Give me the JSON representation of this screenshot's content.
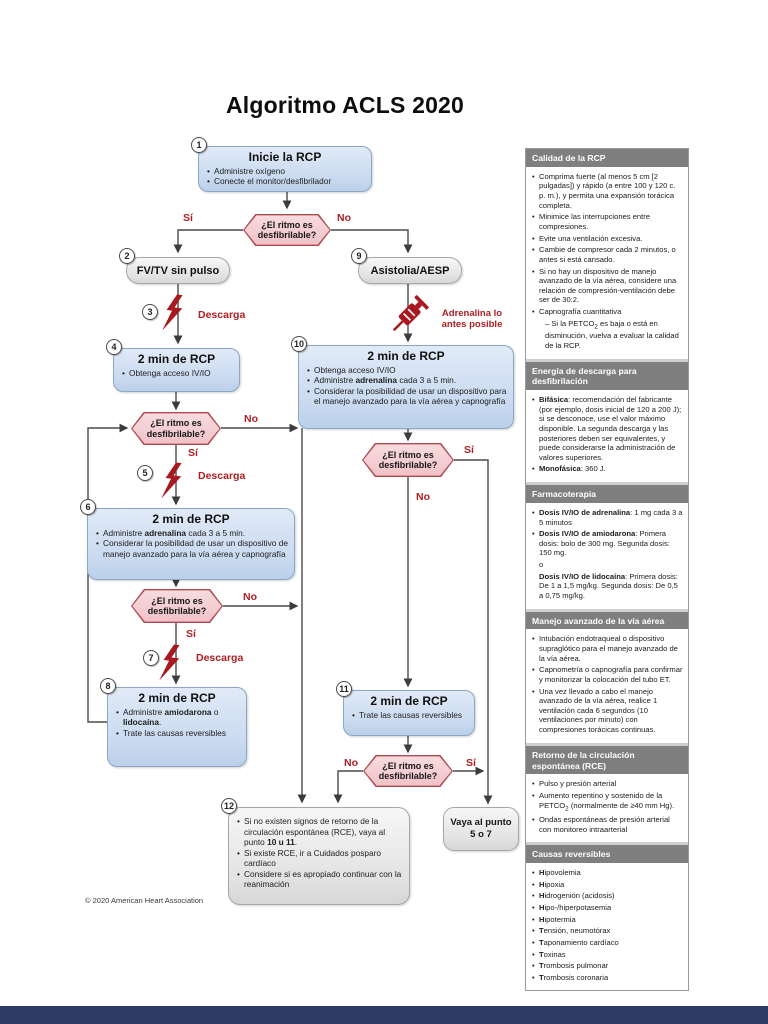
{
  "title": "Algoritmo ACLS 2020",
  "copyright": "© 2020 American Heart Association",
  "flow": {
    "si": "Sí",
    "no": "No",
    "rhythm_question": "¿El ritmo es desfibrilable?",
    "n1": {
      "num": "1",
      "title": "Inicie la RCP",
      "bullets": [
        "Administre oxígeno",
        "Conecte el monitor/desfibrilador"
      ]
    },
    "n2": {
      "num": "2",
      "title": "FV/TV sin pulso"
    },
    "n3": {
      "num": "3",
      "label": "Descarga"
    },
    "n4": {
      "num": "4",
      "title": "2 min de RCP",
      "bullets": [
        "Obtenga acceso IV/IO"
      ]
    },
    "n5": {
      "num": "5",
      "label": "Descarga"
    },
    "n6": {
      "num": "6",
      "title": "2 min de RCP",
      "bullets": [
        "Administre **adrenalina** cada 3 a 5 min.",
        "Considerar la posibilidad de usar un dispositivo de manejo avanzado para la vía aérea y capnografía"
      ]
    },
    "n7": {
      "num": "7",
      "label": "Descarga"
    },
    "n8": {
      "num": "8",
      "title": "2 min de RCP",
      "bullets": [
        "Administre **amiodarona** o **lidocaína**.",
        "Trate las causas reversibles"
      ]
    },
    "n9": {
      "num": "9",
      "title": "Asistolia/AESP"
    },
    "adrenalina_note": "Adrenalina lo antes posible",
    "n10": {
      "num": "10",
      "title": "2 min de RCP",
      "bullets": [
        "Obtenga acceso IV/IO",
        "Administre **adrenalina** cada 3 a 5 min.",
        "Considerar la posibilidad de usar un dispositivo para el manejo avanzado para la vía aérea y capnografía"
      ]
    },
    "n11": {
      "num": "11",
      "title": "2 min de RCP",
      "bullets": [
        "Trate las causas reversibles"
      ]
    },
    "n12": {
      "num": "12",
      "bullets": [
        "Si no existen signos de retorno de la circulación espontánea (RCE), vaya al punto **10 u 11**.",
        "Si existe RCE, ir a Cuidados posparo cardíaco",
        "Considere si es apropiado continuar con la reanimación"
      ]
    },
    "goto57": "Vaya al punto 5 o 7"
  },
  "sidebar": {
    "sections": [
      {
        "title": "Calidad de la RCP",
        "items": [
          {
            "text": "Comprima fuerte (al menos 5 cm [2 pulgadas]) y rápido (a entre 100 y 120 c. p. m.), y permita una expansión torácica completa."
          },
          {
            "text": "Minimice las interrupciones entre compresiones."
          },
          {
            "text": "Evite una ventilación excesiva."
          },
          {
            "text": "Cambie de compresor cada 2 minutos, o antes si está cansado."
          },
          {
            "text": "Si no hay un dispositivo de manejo avanzado de la vía aérea, considere una relación de compresión-ventilación debe ser de 30:2."
          },
          {
            "text": "Capnografía cuantitativa"
          },
          {
            "text": "– Si la PETCO~2~ es baja o está en disminución, vuelva a evaluar la calidad de la RCP.",
            "kind": "dash"
          }
        ]
      },
      {
        "title": "Energía de descarga para desfibrilación",
        "items": [
          {
            "text": "**Bifásica**: recomendación del fabricante (por ejemplo, dosis inicial de 120 a 200 J); si se desconoce, use el valor máximo disponible. La segunda descarga y las posteriores deben ser equivalentes, y puede considerarse la administración de valores superiores."
          },
          {
            "text": "**Monofásica**: 360 J."
          }
        ]
      },
      {
        "title": "Farmacoterapia",
        "items": [
          {
            "text": "**Dosis IV/IO de adrenalina**: 1 mg cada 3 a 5 minutos"
          },
          {
            "text": "**Dosis IV/IO de amiodarona**: Primera dosis: bolo de 300 mg. Segunda dosis: 150 mg."
          },
          {
            "text": "o",
            "kind": "plain"
          },
          {
            "text": "**Dosis IV/IO de lidocaína**: Primera dosis: De 1 a 1,5 mg/kg. Segunda dosis: De 0,5 a 0,75 mg/kg.",
            "kind": "plain"
          }
        ]
      },
      {
        "title": "Manejo avanzado de la vía aérea",
        "items": [
          {
            "text": "Intubación endotraqueal o dispositivo supraglótico para el manejo avanzado de la vía aérea."
          },
          {
            "text": "Capnometría o capnografía para confirmar y monitorizar la colocación del tubo ET."
          },
          {
            "text": "Una vez llevado a cabo el manejo avanzado de la vía aérea, realice 1 ventilación cada 6 segundos (10 ventilaciones por minuto) con compresiones torácicas continuas."
          }
        ]
      },
      {
        "title": "Retorno de la circulación espontánea (RCE)",
        "items": [
          {
            "text": "Pulso y presión arterial"
          },
          {
            "text": "Aumento repentino y sostenido de la PETCO~2~ (normalmente de ≥40 mm Hg)."
          },
          {
            "text": "Ondas espontáneas de presión arterial con monitoreo intraarterial"
          }
        ]
      },
      {
        "title": "Causas reversibles",
        "items": [
          {
            "text": "**H**ipovolemia"
          },
          {
            "text": "**H**ipoxia"
          },
          {
            "text": "**H**idrogenión (acidosis)"
          },
          {
            "text": "**H**ipo-/hiperpotasemia"
          },
          {
            "text": "**H**ipotermia"
          },
          {
            "text": "**T**ensión, neumotórax"
          },
          {
            "text": "**T**aponamiento cardíaco"
          },
          {
            "text": "**T**oxinas"
          },
          {
            "text": "**T**rombosis pulmonar"
          },
          {
            "text": "**T**rombosis coronaria"
          }
        ]
      }
    ]
  }
}
